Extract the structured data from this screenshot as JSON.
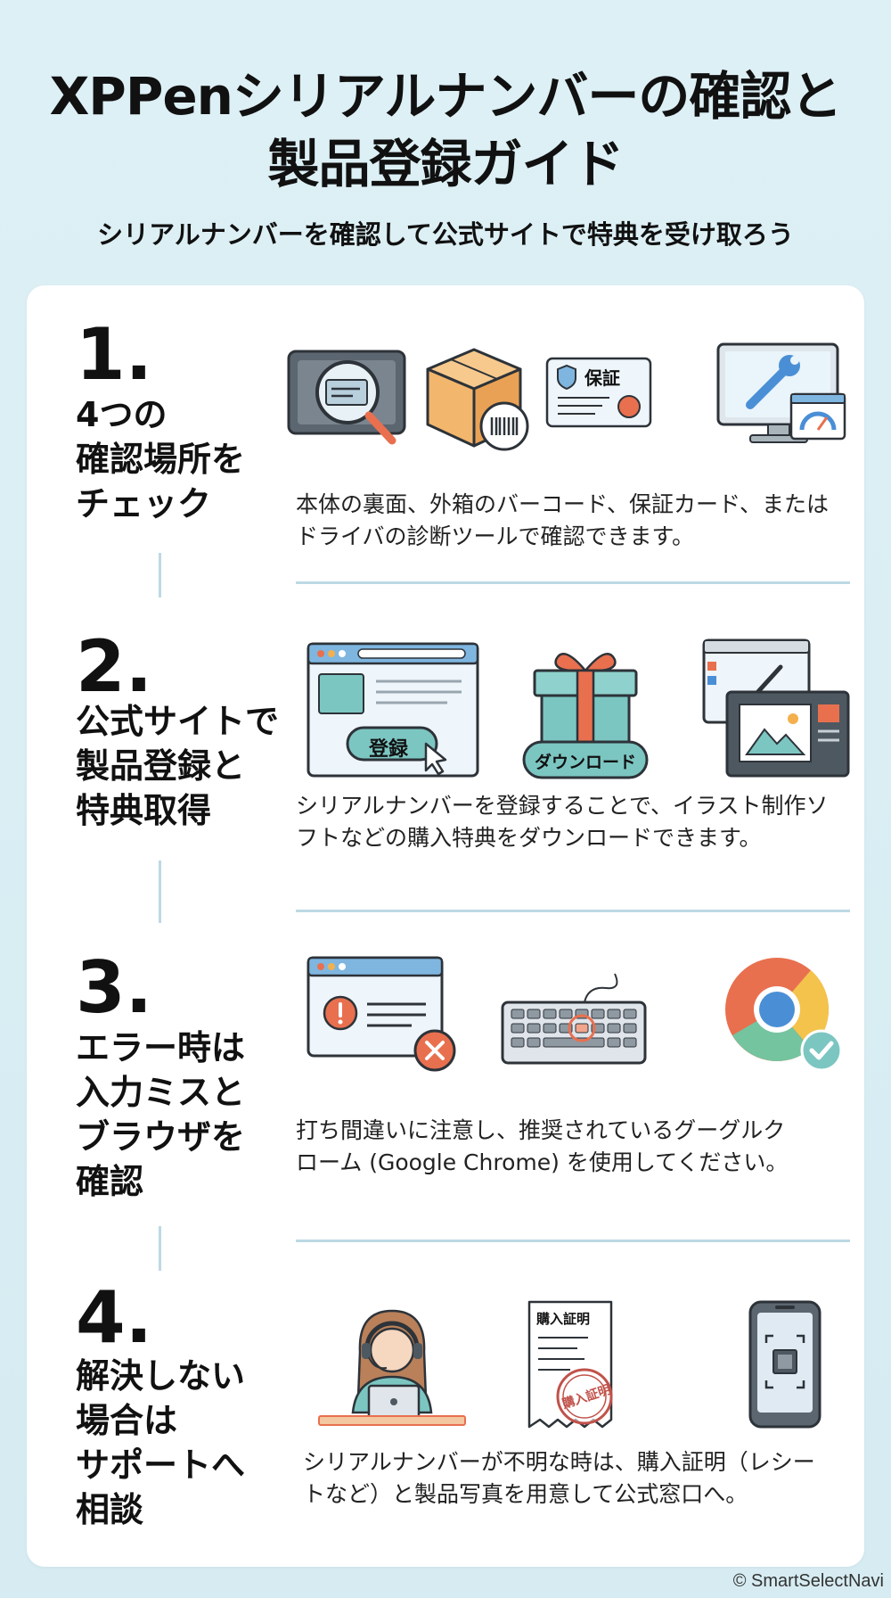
{
  "header": {
    "title_line1": "XPPenシリアルナンバーの確認と",
    "title_line2": "製品登録ガイド",
    "subtitle": "シリアルナンバーを確認して公式サイトで特典を受け取ろう"
  },
  "steps": [
    {
      "number": "1.",
      "title_lines": [
        "4つの",
        "確認場所を",
        "チェック"
      ],
      "desc_lines": [
        "本体の裏面、外箱のバーコード、保証カード、または",
        "ドライバの診断ツールで確認できます。"
      ],
      "icons": [
        "tablet-magnifier-icon",
        "box-barcode-icon",
        "warranty-card-icon",
        "monitor-wrench-icon"
      ],
      "card_label": "保証"
    },
    {
      "number": "2.",
      "title_lines": [
        "公式サイトで",
        "製品登録と",
        "特典取得"
      ],
      "desc_lines": [
        "シリアルナンバーを登録することで、イラスト制作ソ",
        "フトなどの購入特典をダウンロードできます。"
      ],
      "icons": [
        "browser-register-icon",
        "gift-download-icon",
        "software-windows-icon"
      ],
      "register_label": "登録",
      "download_label": "ダウンロード"
    },
    {
      "number": "3.",
      "title_lines": [
        "エラー時は",
        "入力ミスと",
        "ブラウザを",
        "確認"
      ],
      "desc_lines": [
        "打ち間違いに注意し、推奨されているグーグルク",
        "ローム (Google Chrome) を使用してください。"
      ],
      "icons": [
        "browser-error-icon",
        "keyboard-icon",
        "chrome-check-icon"
      ]
    },
    {
      "number": "4.",
      "title_lines": [
        "解決しない",
        "場合は",
        "サポートへ",
        "相談"
      ],
      "desc_lines": [
        "シリアルナンバーが不明な時は、購入証明（レシー",
        "トなど）と製品写真を用意して公式窓口へ。"
      ],
      "icons": [
        "support-agent-icon",
        "receipt-icon",
        "smartphone-photo-icon"
      ],
      "receipt_title": "購入証明",
      "stamp_text": "購入証明"
    }
  ],
  "footer": {
    "copyright": "© SmartSelectNavi"
  },
  "colors": {
    "background": "#d9eef4",
    "card": "#ffffff",
    "divider": "#bcd9e4",
    "accent_orange": "#e8704f",
    "accent_teal": "#7cc6c2",
    "accent_blue": "#4a8fd6"
  }
}
